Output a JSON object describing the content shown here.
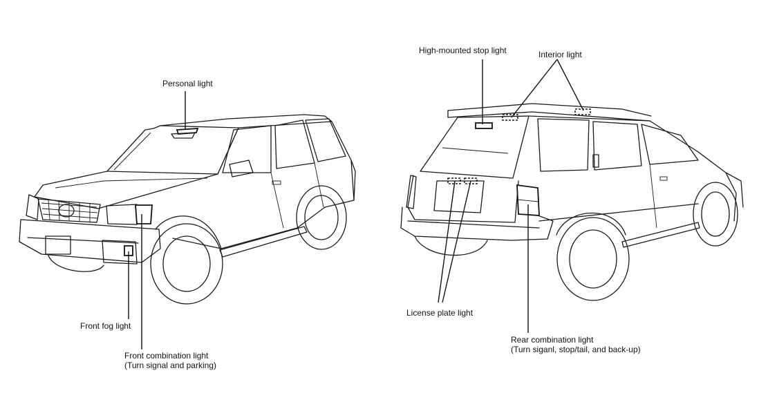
{
  "labels": {
    "personal_light": "Personal light",
    "front_fog_light": "Front fog light",
    "front_combination_light_line1": "Front combination light",
    "front_combination_light_line2": "(Turn signal and parking)",
    "high_mounted_stop_light": "High-mounted stop light",
    "interior_light": "Interior light",
    "license_plate_light": "License plate light",
    "rear_combination_light_line1": "Rear combination light",
    "rear_combination_light_line2": "(Turn siganl, stop/tail, and back-up)"
  },
  "colors": {
    "line": "#1a1a1a",
    "background": "#ffffff"
  }
}
